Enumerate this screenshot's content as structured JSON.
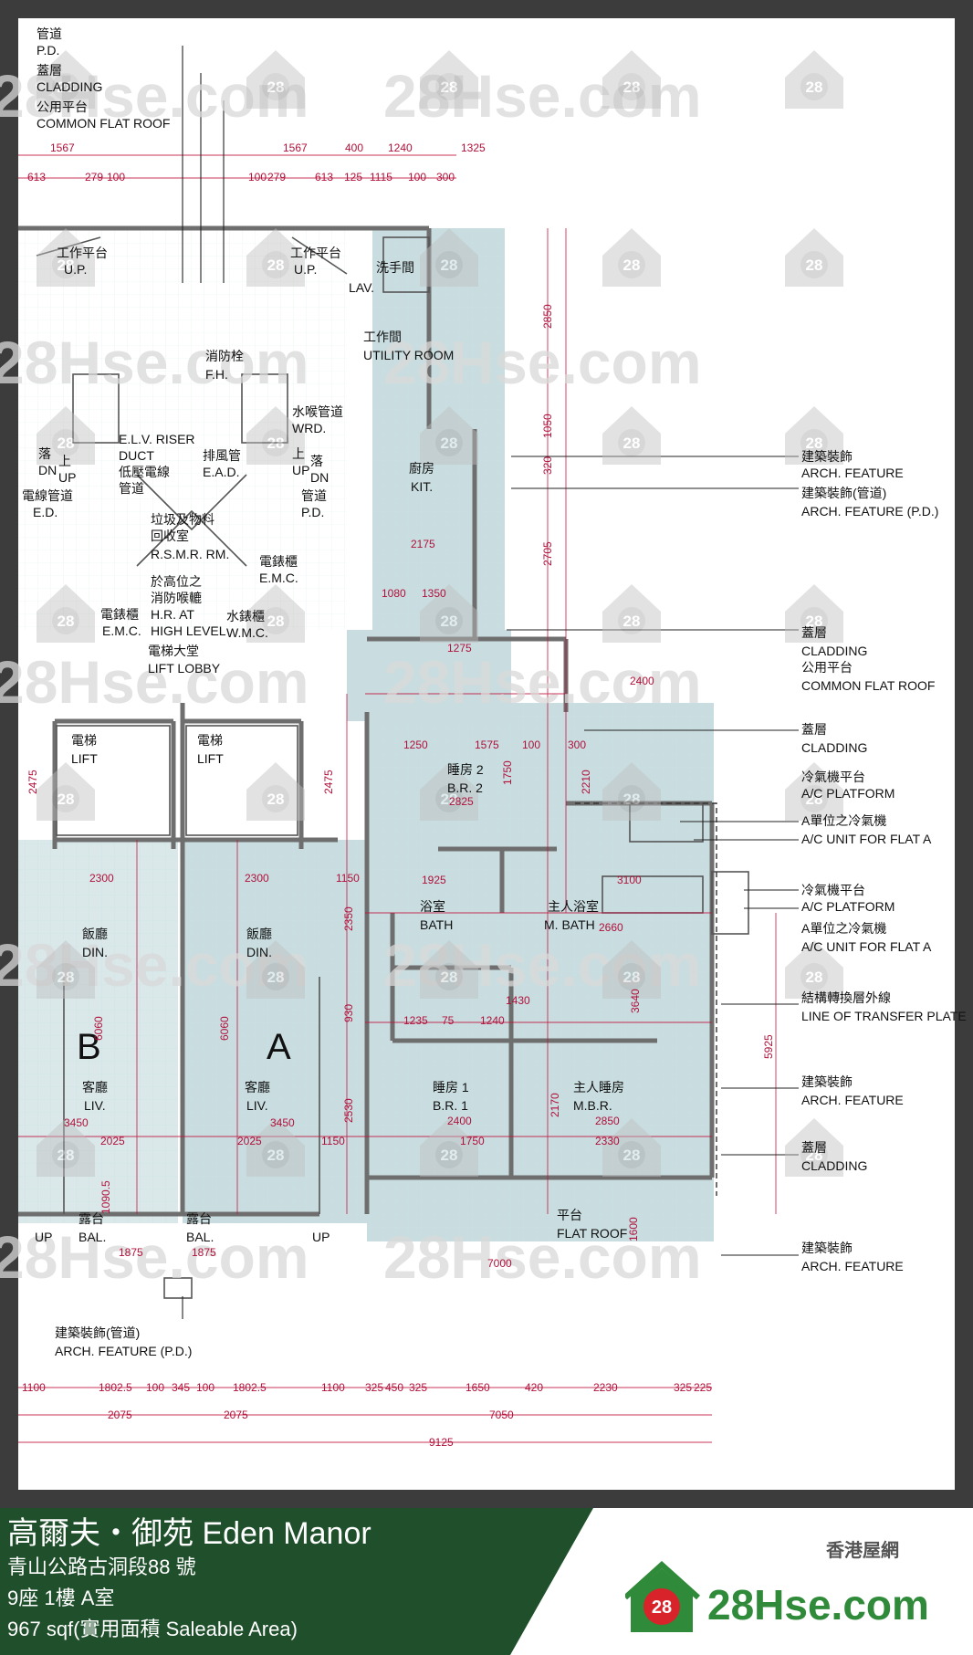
{
  "watermark": {
    "text": "28Hse.com",
    "badge": "28"
  },
  "top_notes": [
    "管道",
    "P.D.",
    "蓋層",
    "CLADDING",
    "公用平台",
    "COMMON FLAT ROOF"
  ],
  "rooms": {
    "up_left": [
      "工作平台",
      "U.P."
    ],
    "up_right": [
      "工作平台",
      "U.P."
    ],
    "lav": [
      "洗手間",
      "LAV."
    ],
    "utility": [
      "工作間",
      "UTILITY ROOM"
    ],
    "fh": [
      "消防栓",
      "F.H."
    ],
    "elv": [
      "E.L.V. RISER",
      "DUCT",
      "低壓電線",
      "管道"
    ],
    "ead": [
      "排風管",
      "E.A.D."
    ],
    "wrd": [
      "水喉管道",
      "WRD."
    ],
    "dn_left": [
      "落",
      "DN"
    ],
    "up_small_left": [
      "上",
      "UP"
    ],
    "up_small_right": [
      "上",
      "UP"
    ],
    "dn_right": [
      "落",
      "DN"
    ],
    "ed": [
      "電線管道",
      "E.D."
    ],
    "pd": [
      "管道",
      "P.D."
    ],
    "kit": [
      "廚房",
      "KIT."
    ],
    "rsmr": [
      "垃圾及物料",
      "回收室",
      "R.S.M.R. RM."
    ],
    "emc_right": [
      "電錶櫃",
      "E.M.C."
    ],
    "hr": [
      "於高位之",
      "消防喉轆",
      "H.R. AT",
      "HIGH LEVEL"
    ],
    "emc_left": [
      "電錶櫃",
      "E.M.C."
    ],
    "wmc": [
      "水錶櫃",
      "W.M.C."
    ],
    "lobby": [
      "電梯大堂",
      "LIFT LOBBY"
    ],
    "lift1": [
      "電梯",
      "LIFT"
    ],
    "lift2": [
      "電梯",
      "LIFT"
    ],
    "br2": [
      "睡房 2",
      "B.R. 2"
    ],
    "bath": [
      "浴室",
      "BATH"
    ],
    "mbath": [
      "主人浴室",
      "M. BATH"
    ],
    "din_b": [
      "飯廳",
      "DIN."
    ],
    "din_a": [
      "飯廳",
      "DIN."
    ],
    "flat_b": "B",
    "flat_a": "A",
    "liv_b": [
      "客廳",
      "LIV."
    ],
    "liv_a": [
      "客廳",
      "LIV."
    ],
    "br1": [
      "睡房 1",
      "B.R. 1"
    ],
    "mbr": [
      "主人睡房",
      "M.B.R."
    ],
    "bal_b": [
      "露台",
      "BAL."
    ],
    "bal_a": [
      "露台",
      "BAL."
    ],
    "up_bal_left": "UP",
    "up_bal_right": "UP",
    "flat_roof": [
      "平台",
      "FLAT ROOF"
    ]
  },
  "bottom_note": [
    "建築裝飾(管道)",
    "ARCH. FEATURE (P.D.)"
  ],
  "annotations": [
    [
      "建築裝飾",
      "ARCH. FEATURE"
    ],
    [
      "建築裝飾(管道)",
      "ARCH. FEATURE (P.D.)"
    ],
    [
      "蓋層",
      "CLADDING",
      "公用平台",
      "COMMON FLAT ROOF"
    ],
    [
      "蓋層",
      "CLADDING"
    ],
    [
      "冷氣機平台",
      "A/C PLATFORM"
    ],
    [
      "A單位之冷氣機",
      "A/C UNIT  FOR FLAT A"
    ],
    [
      "冷氣機平台",
      "A/C PLATFORM"
    ],
    [
      "A單位之冷氣機",
      "A/C UNIT  FOR FLAT A"
    ],
    [
      "結構轉換層外線",
      "LINE OF TRANSFER PLATE"
    ],
    [
      "建築裝飾",
      "ARCH. FEATURE"
    ],
    [
      "蓋層",
      "CLADDING"
    ],
    [
      "建築裝飾",
      "ARCH. FEATURE"
    ]
  ],
  "dims_top_1": [
    "1567",
    "1567",
    "400",
    "1240",
    "1325"
  ],
  "dims_top_2": [
    "613",
    "279",
    "100",
    "100",
    "279",
    "613",
    "125",
    "1115",
    "100",
    "300"
  ],
  "dims_bottom_1": [
    "1100",
    "1802.5",
    "100",
    "345",
    "100",
    "1802.5",
    "1100",
    "325",
    "450",
    "325",
    "1650",
    "420",
    "2230",
    "325",
    "225"
  ],
  "dims_bottom_2": [
    "2075",
    "2075",
    "7050"
  ],
  "dims_bottom_3": [
    "9125"
  ],
  "dims_right": [
    "2850",
    "1050",
    "320",
    "2705",
    "5925"
  ],
  "dims_inner": [
    "2175",
    "1350",
    "1080",
    "1275",
    "2400",
    "1250",
    "1575",
    "100",
    "300",
    "2825",
    "1750",
    "2210",
    "1925",
    "3100",
    "2660",
    "1430",
    "1235",
    "75",
    "1240",
    "2400",
    "2850",
    "3640",
    "1750",
    "2330",
    "7000",
    "1600",
    "2300",
    "2300",
    "1150",
    "2025",
    "2025",
    "1150",
    "3450",
    "3450",
    "6060",
    "6060",
    "2475",
    "2475",
    "2350",
    "930",
    "2530",
    "2170",
    "1875",
    "1875",
    "1090.5"
  ],
  "footer": {
    "title": "高爾夫・御苑 Eden Manor",
    "address": "青山公路古洞段88 號",
    "unit": "9座 1樓 A室",
    "area": "967 sqf(實用面積 Saleable Area)",
    "brand_cn": "香港屋網",
    "brand_logo_badge": "28",
    "brand_logo_text": "28Hse.com"
  },
  "colors": {
    "fill": "#c9dde0",
    "wall": "#777777",
    "dim": "#c0103a",
    "green": "#1f4f2b",
    "logo_red": "#d8232a",
    "logo_green": "#2f8a3a"
  }
}
